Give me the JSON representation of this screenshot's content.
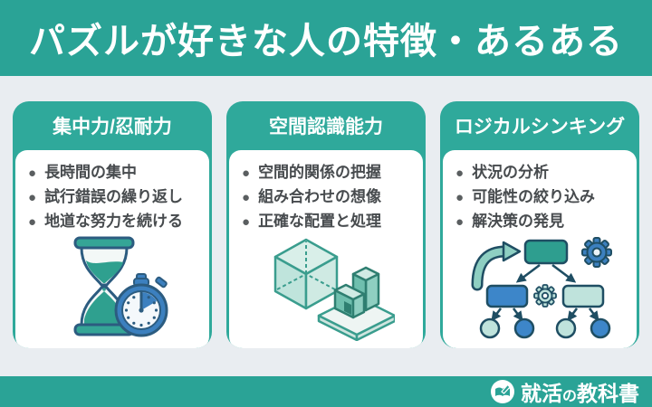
{
  "header": {
    "title": "パズルが好きな人の特徴・あるある"
  },
  "cards": [
    {
      "title": "集中力/忍耐力",
      "items": [
        "長時間の集中",
        "試行錯誤の繰り返し",
        "地道な努力を続ける"
      ],
      "icon": "hourglass-stopwatch-icon"
    },
    {
      "title": "空間認識能力",
      "items": [
        "空間的関係の把握",
        "組み合わせの想像",
        "正確な配置と処理"
      ],
      "icon": "cube-blocks-icon"
    },
    {
      "title": "ロジカルシンキング",
      "items": [
        "状況の分析",
        "可能性の絞り込み",
        "解決策の発見"
      ],
      "icon": "flowchart-gears-icon"
    }
  ],
  "footer": {
    "brand_prefix": "就活",
    "brand_particle": "の",
    "brand_suffix": "教科書",
    "logo_icon": "book-pencil-icon"
  },
  "colors": {
    "band_teal": "#2aa396",
    "card_teal": "#2fa99b",
    "background": "#e9edf1",
    "text_dark": "#474b4e",
    "white": "#ffffff",
    "icon_navy": "#2c5c80",
    "icon_blue": "#3c80bf",
    "icon_sand_teal": "#2fa08f",
    "icon_light_teal": "#bfe3dc"
  }
}
